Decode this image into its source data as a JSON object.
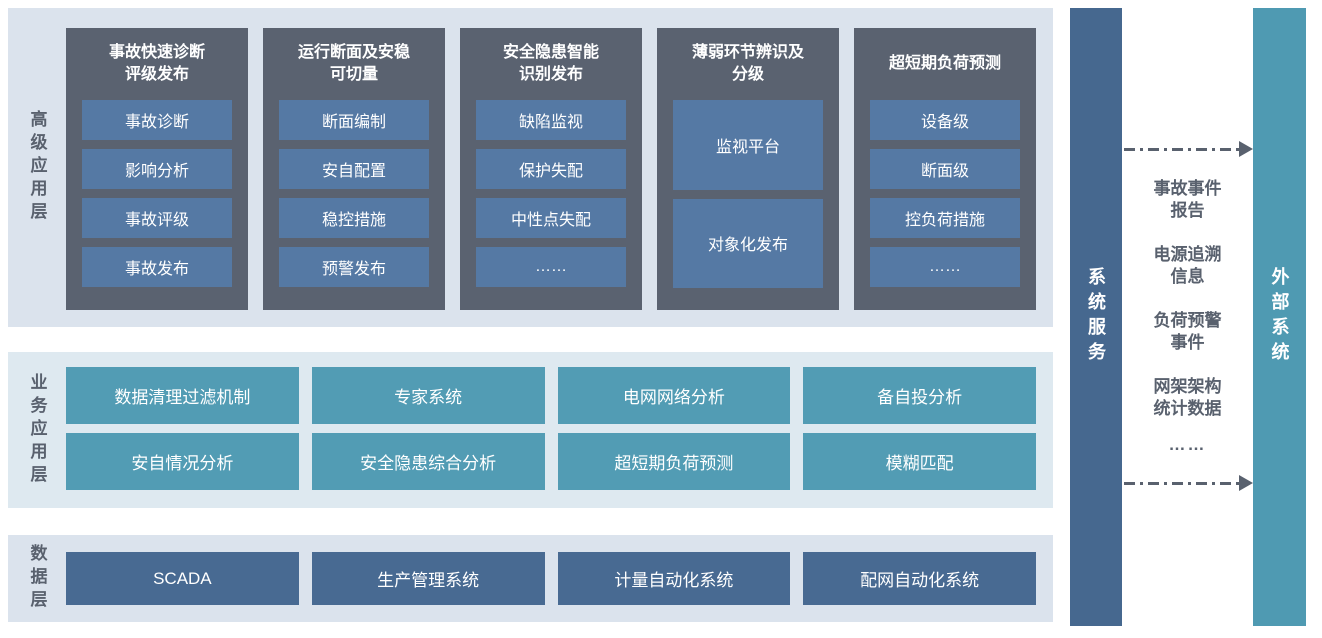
{
  "colors": {
    "layer_bg": "#dbe3ed",
    "business_layer_bg": "#dee9f0",
    "group_box": "#5a6270",
    "group_button": "#5579a4",
    "business_button": "#529cb4",
    "data_button": "#486a92",
    "system_service_bar": "#46688f",
    "external_system_bar": "#4f9ab2",
    "label_text": "#59616e"
  },
  "layers": {
    "advanced": {
      "label": "高级应用层",
      "groups": [
        {
          "title": "事故快速诊断\n评级发布",
          "items": [
            "事故诊断",
            "影响分析",
            "事故评级",
            "事故发布"
          ]
        },
        {
          "title": "运行断面及安稳\n可切量",
          "items": [
            "断面编制",
            "安自配置",
            "稳控措施",
            "预警发布"
          ]
        },
        {
          "title": "安全隐患智能\n识别发布",
          "items": [
            "缺陷监视",
            "保护失配",
            "中性点失配",
            "……"
          ]
        },
        {
          "title": "薄弱环节辨识及\n分级",
          "items": [
            "监视平台",
            "对象化发布"
          ]
        },
        {
          "title": "超短期负荷预测",
          "items": [
            "设备级",
            "断面级",
            "控负荷措施",
            "……"
          ]
        }
      ]
    },
    "business": {
      "label": "业务应用层",
      "rows": [
        [
          "数据清理过滤机制",
          "专家系统",
          "电网网络分析",
          "备自投分析"
        ],
        [
          "安自情况分析",
          "安全隐患综合分析",
          "超短期负荷预测",
          "模糊匹配"
        ]
      ]
    },
    "data": {
      "label": "数据层",
      "items": [
        "SCADA",
        "生产管理系统",
        "计量自动化系统",
        "配网自动化系统"
      ]
    }
  },
  "right": {
    "system_service_label": "系统服务",
    "external_system_label": "外部系统",
    "exchange_items": [
      "事故事件\n报告",
      "电源追溯\n信息",
      "负荷预警\n事件",
      "网架架构\n统计数据"
    ],
    "exchange_more": "……"
  }
}
